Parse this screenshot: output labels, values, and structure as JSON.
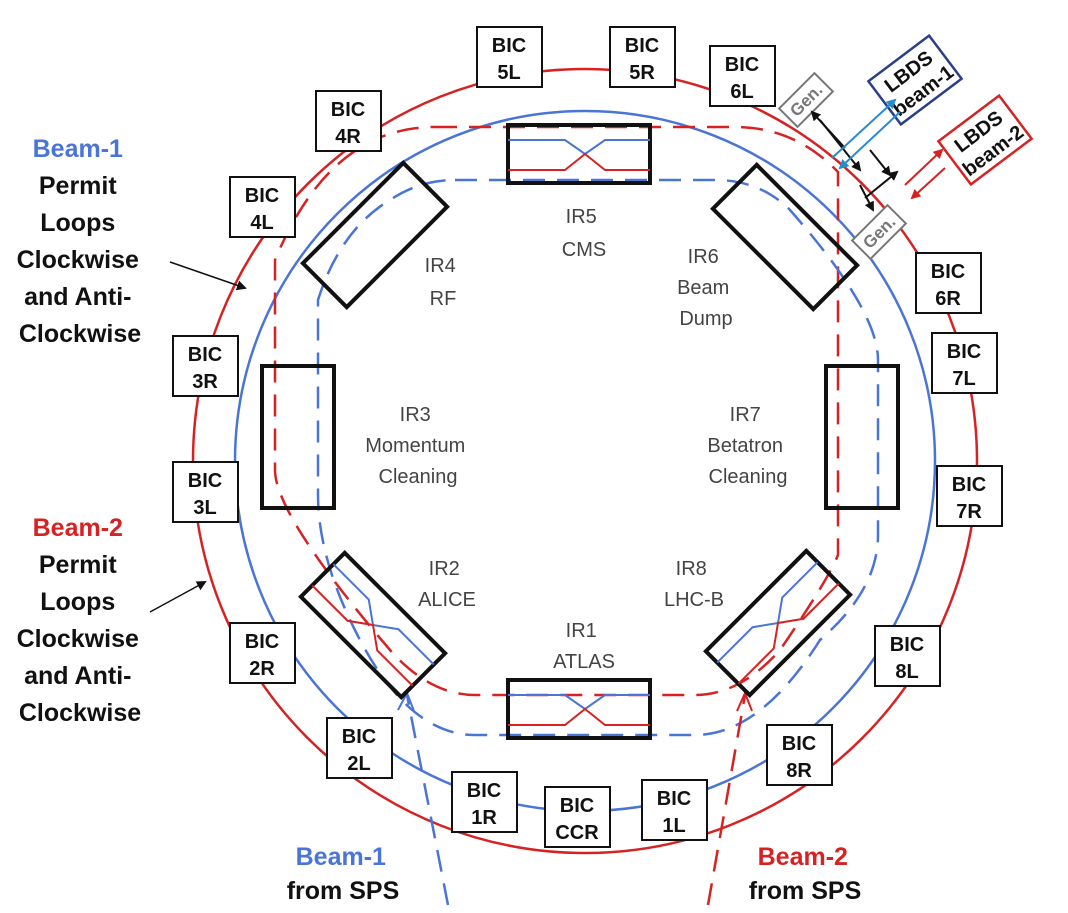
{
  "beam1_label": {
    "title": "Beam-1",
    "lines": [
      "Permit",
      "Loops",
      "Clockwise",
      "and Anti-",
      "Clockwise"
    ]
  },
  "beam2_label": {
    "title": "Beam-2",
    "lines": [
      "Permit",
      "Loops",
      "Clockwise",
      "and Anti-",
      "Clockwise"
    ]
  },
  "bics": [
    {
      "id": "5l",
      "line1": "BIC",
      "line2": "5L"
    },
    {
      "id": "5r",
      "line1": "BIC",
      "line2": "5R"
    },
    {
      "id": "6l",
      "line1": "BIC",
      "line2": "6L"
    },
    {
      "id": "4r",
      "line1": "BIC",
      "line2": "4R"
    },
    {
      "id": "4l",
      "line1": "BIC",
      "line2": "4L"
    },
    {
      "id": "3r",
      "line1": "BIC",
      "line2": "3R"
    },
    {
      "id": "3l",
      "line1": "BIC",
      "line2": "3L"
    },
    {
      "id": "2r",
      "line1": "BIC",
      "line2": "2R"
    },
    {
      "id": "2l",
      "line1": "BIC",
      "line2": "2L"
    },
    {
      "id": "1r",
      "line1": "BIC",
      "line2": "1R"
    },
    {
      "id": "ccr",
      "line1": "BIC",
      "line2": "CCR"
    },
    {
      "id": "1l",
      "line1": "BIC",
      "line2": "1L"
    },
    {
      "id": "8r",
      "line1": "BIC",
      "line2": "8R"
    },
    {
      "id": "8l",
      "line1": "BIC",
      "line2": "8L"
    },
    {
      "id": "7r",
      "line1": "BIC",
      "line2": "7R"
    },
    {
      "id": "7l",
      "line1": "BIC",
      "line2": "7L"
    },
    {
      "id": "6r",
      "line1": "BIC",
      "line2": "6R"
    }
  ],
  "irs": [
    {
      "id": "ir5",
      "lines": [
        "IR5",
        "CMS"
      ]
    },
    {
      "id": "ir4",
      "lines": [
        "IR4",
        "RF"
      ]
    },
    {
      "id": "ir6",
      "lines": [
        "IR6",
        "Beam",
        "Dump"
      ]
    },
    {
      "id": "ir3",
      "lines": [
        "IR3",
        "Momentum",
        "Cleaning"
      ]
    },
    {
      "id": "ir7",
      "lines": [
        "IR7",
        "Betatron",
        "Cleaning"
      ]
    },
    {
      "id": "ir2",
      "lines": [
        "IR2",
        "ALICE"
      ]
    },
    {
      "id": "ir8",
      "lines": [
        "IR8",
        "LHC-B"
      ]
    },
    {
      "id": "ir1",
      "lines": [
        "IR1",
        "ATLAS"
      ]
    }
  ],
  "gen_label": "Gen.",
  "lbds1": {
    "line1": "LBDS",
    "line2": "beam-1"
  },
  "lbds2": {
    "line1": "LBDS",
    "line2": "beam-2"
  },
  "injection": {
    "beam1": {
      "title": "Beam-1",
      "sub": "from SPS"
    },
    "beam2": {
      "title": "Beam-2",
      "sub": "from SPS"
    }
  },
  "colors": {
    "beam1": "#4a74d6",
    "beam2": "#d62222",
    "lbds1_arrow": "#2a8ad0",
    "box_border": "#111111",
    "gen_border": "#777777"
  }
}
